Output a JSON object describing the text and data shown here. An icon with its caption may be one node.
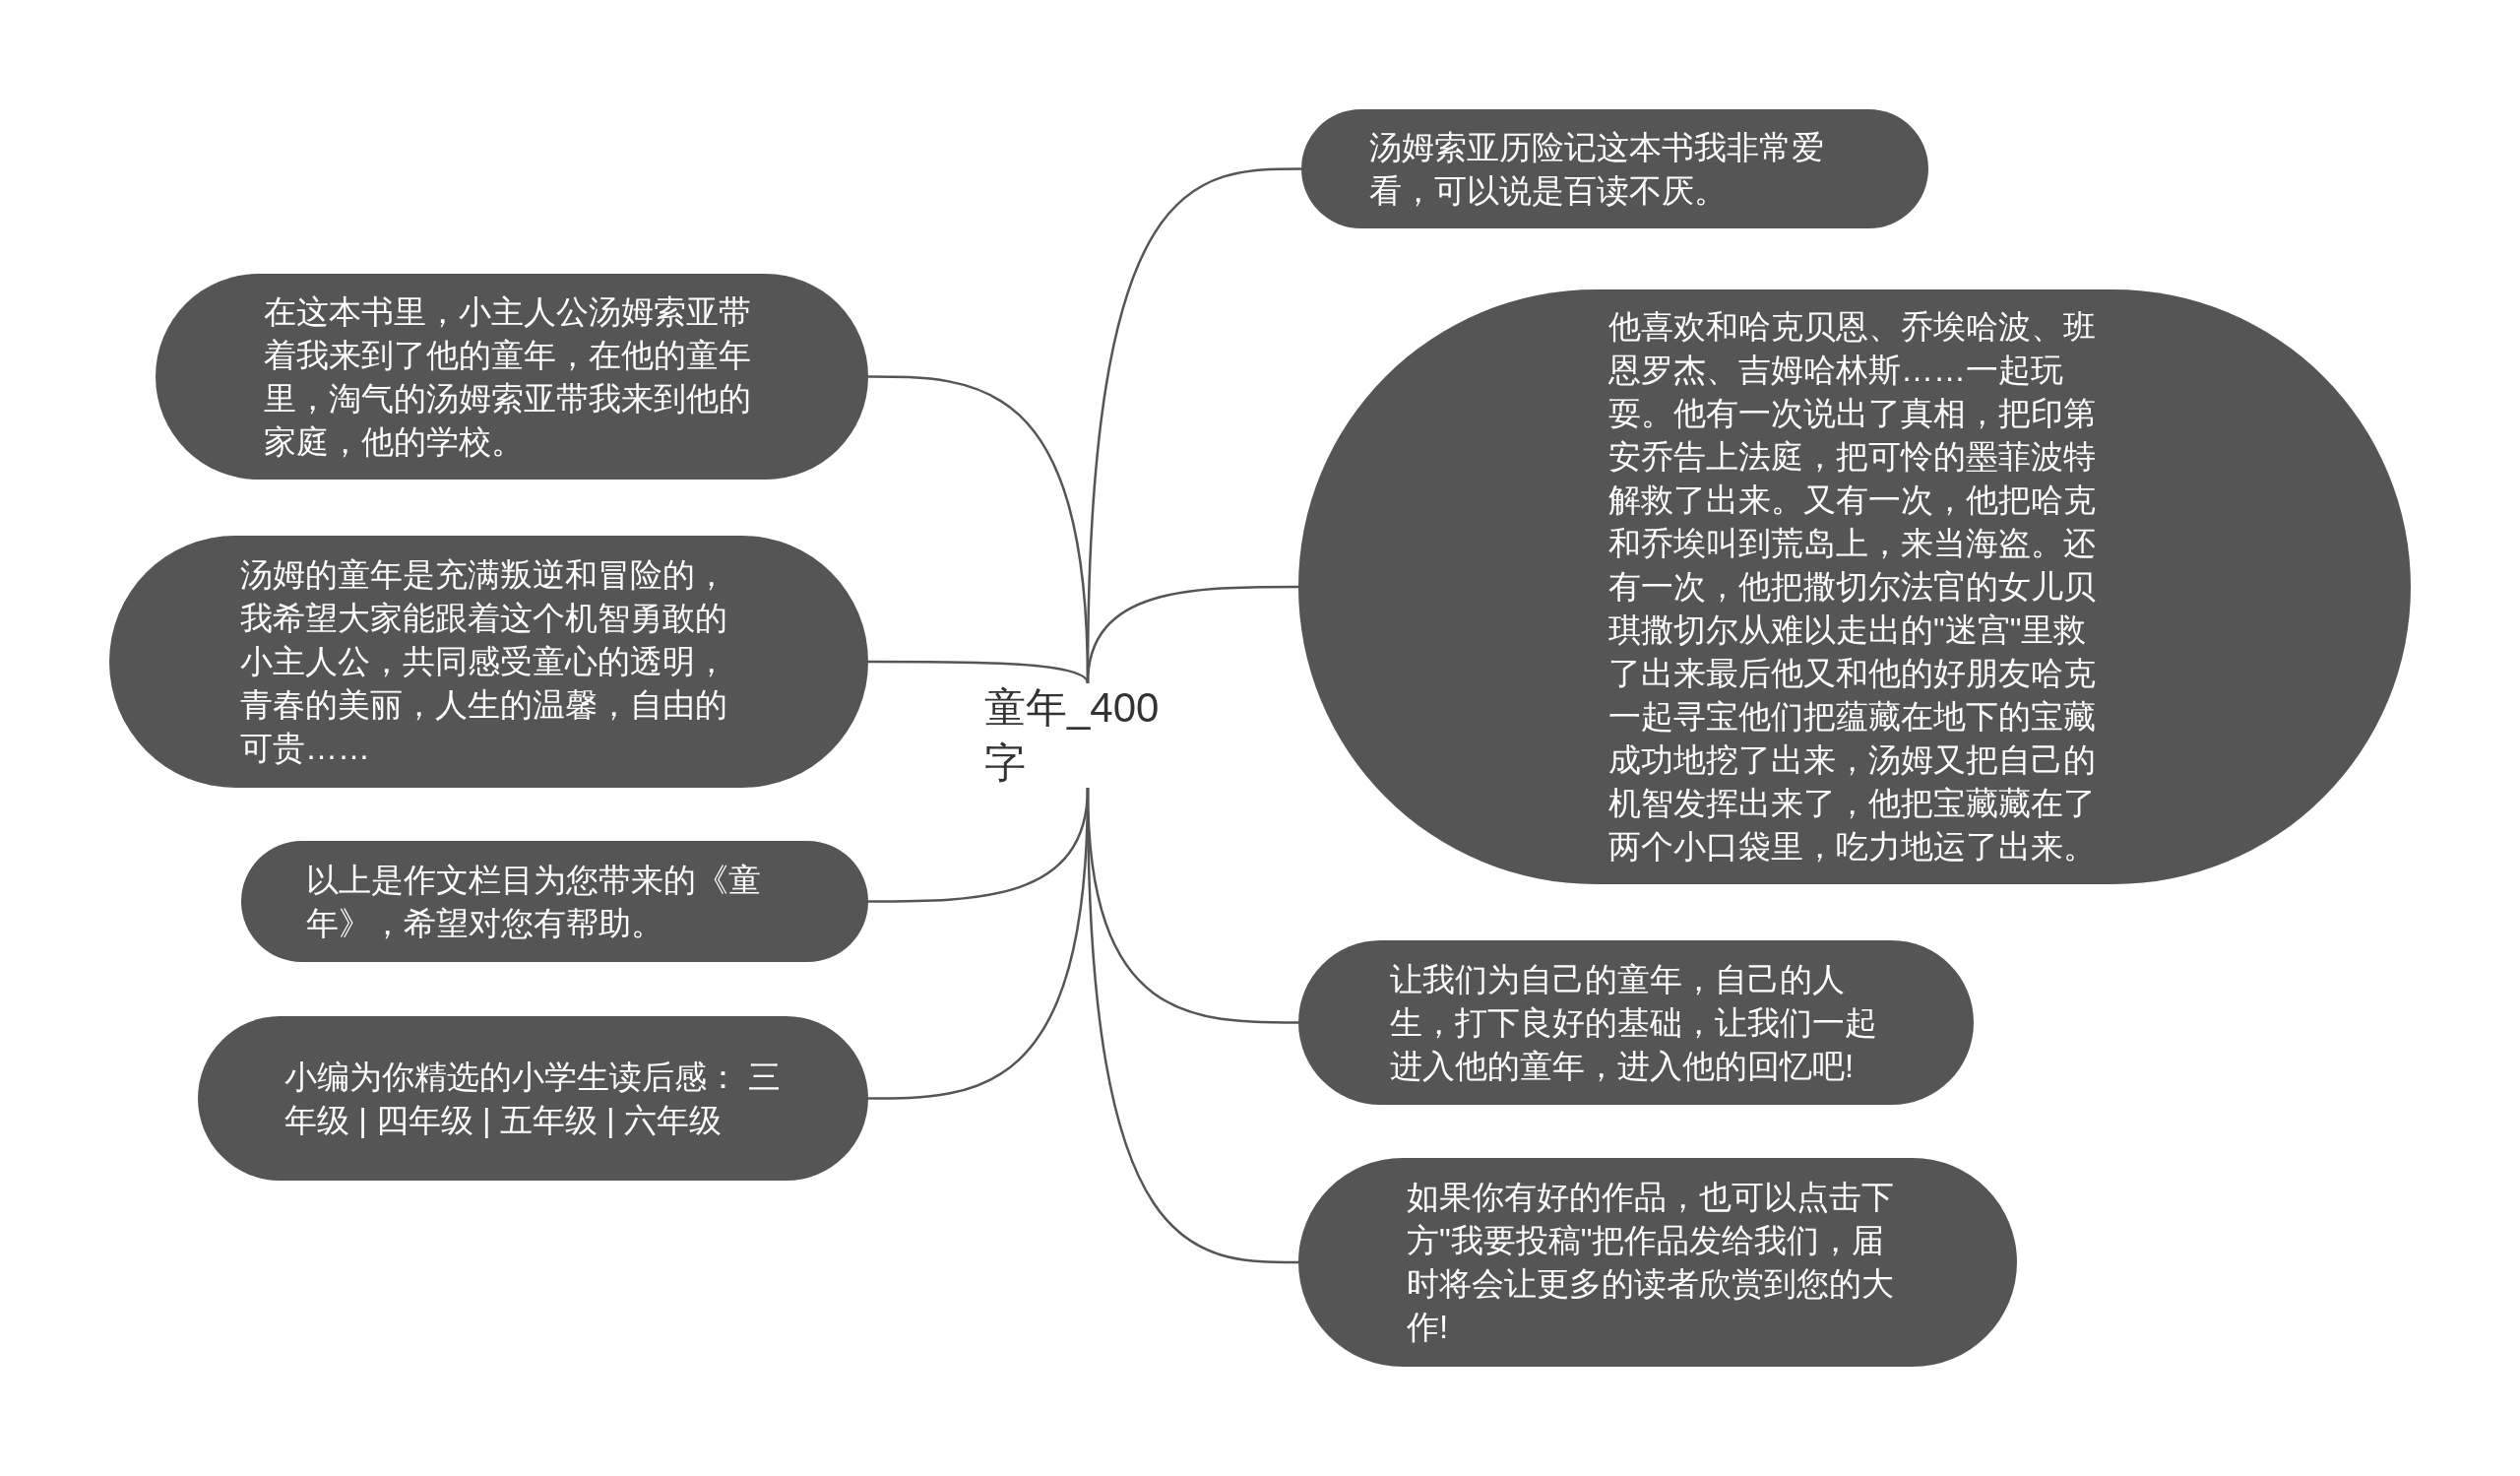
{
  "diagram": {
    "nodes": [
      {
        "text": [
          "童年_400字"
        ]
      },
      {
        "text": [
          "汤姆索亚历险记这本书我非常爱看，可以说是百读不厌。"
        ]
      },
      {
        "text": [
          "他喜欢和哈克贝恩、乔埃哈波、班恩罗杰、吉姆哈林斯……一起玩耍。他有一次说出了真相，把印第安乔告上法庭，把可怜的墨菲波特解救了出来。又有一次，他把哈克和乔埃叫到荒岛上，来当海盗。还有一次，他把撒切尔法官的女儿贝琪撒切尔从难以走出的\"迷宫\"里救了出来最后他又和他的好朋友哈克一起寻宝他们把蕴藏在地下的宝藏成功地挖了出来，汤姆又把自己的机智发挥出来了，他把宝藏藏在了两个小口袋里，吃力地运了出来。"
        ]
      },
      {
        "text": [
          "让我们为自己的童年，自己的人生，打下良好的基础，让我们一起进入他的童年，进入他的回忆吧!"
        ]
      },
      {
        "text": [
          "如果你有好的作品，也可以点击下方\"我要投稿\"把作品发给我们，届时将会让更多的读者欣赏到您的大作!"
        ]
      },
      {
        "text": [
          "在这本书里，小主人公汤姆索亚带着我来到了他的童年，在他的童年里，淘气的汤姆索亚带我来到他的家庭，他的学校。"
        ]
      },
      {
        "text": [
          "汤姆的童年是充满叛逆和冒险的，我希望大家能跟着这个机智勇敢的小主人公，共同感受童心的透明，青春的美丽，人生的温馨，自由的可贵……"
        ]
      },
      {
        "text": [
          "以上是作文栏目为您带来的《童年》，希望对您有帮助。"
        ]
      },
      {
        "text": [
          "小编为你精选的小学生读后感： 三年级 | 四年级 | 五年级 | 六年级"
        ]
      }
    ],
    "edges": [
      {
        "from": 0,
        "to": 1,
        "arrow": "none"
      },
      {
        "from": 0,
        "to": 2,
        "arrow": "none"
      },
      {
        "from": 0,
        "to": 3,
        "arrow": "none"
      },
      {
        "from": 0,
        "to": 4,
        "arrow": "none"
      },
      {
        "from": 0,
        "to": 5,
        "arrow": "none"
      },
      {
        "from": 0,
        "to": 6,
        "arrow": "none"
      },
      {
        "from": 0,
        "to": 7,
        "arrow": "none"
      },
      {
        "from": 0,
        "to": 8,
        "arrow": "none"
      }
    ]
  }
}
